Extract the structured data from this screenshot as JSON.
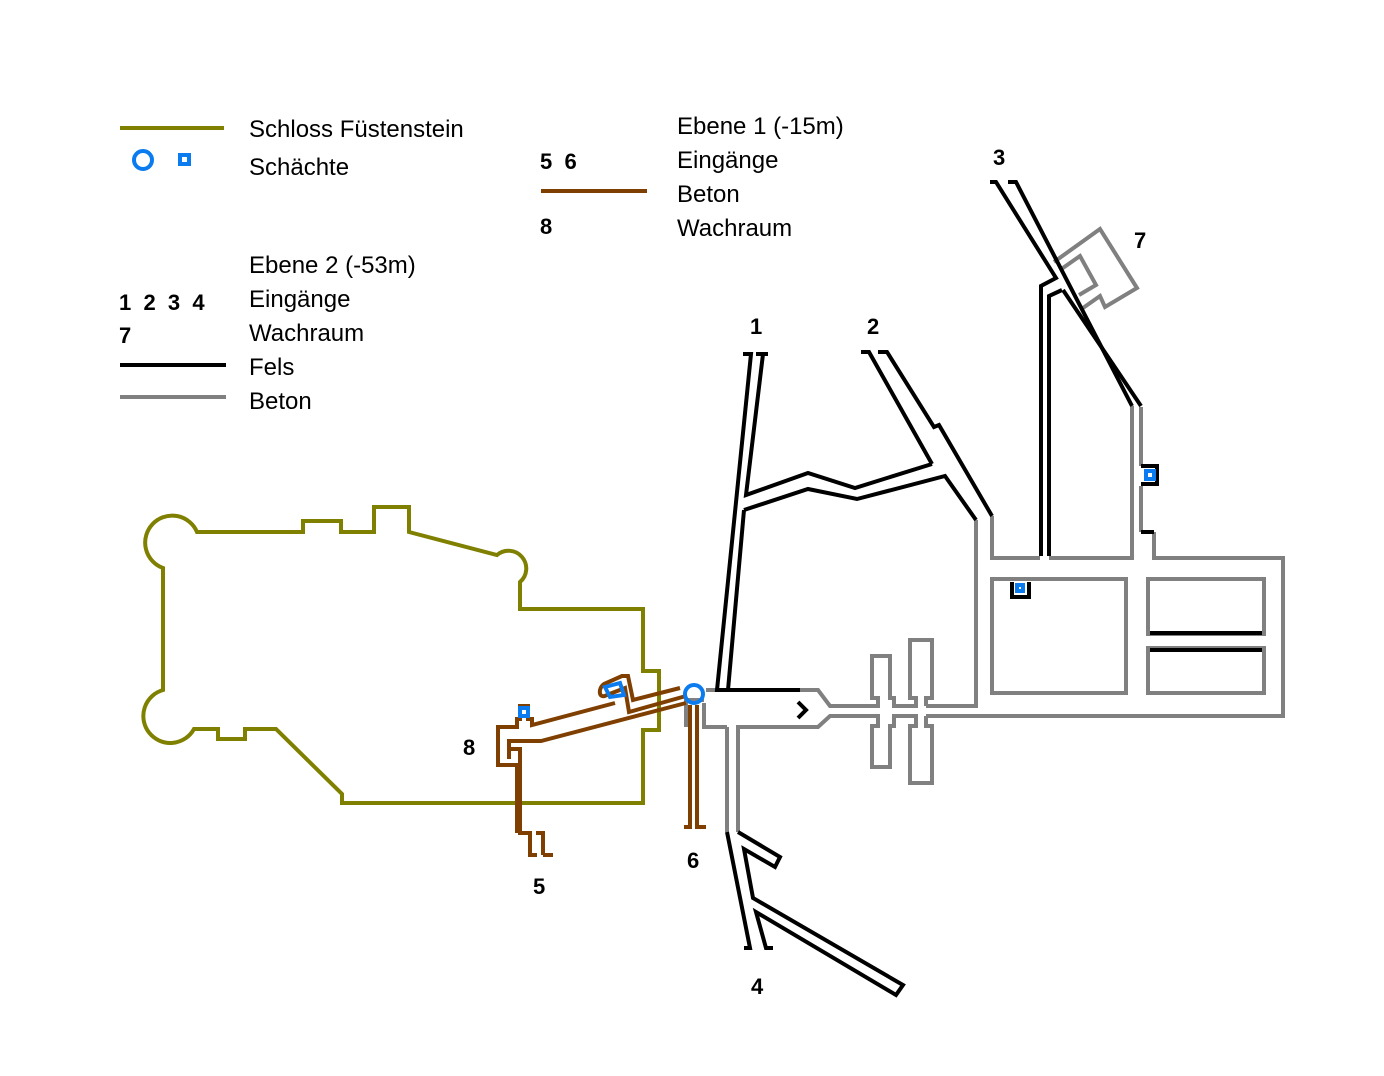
{
  "colors": {
    "castle": "#808000",
    "shaft": "#0a7cf0",
    "fels": "#000000",
    "beton_level2": "#808080",
    "beton_level1": "#7f3f00"
  },
  "legend": {
    "castle": {
      "label": "Schloss Füstenstein"
    },
    "shafts": {
      "label": "Schächte"
    },
    "level1": {
      "title": "Ebene 1 (-15m)",
      "entrances_numbers": "5  6",
      "entrances_label": "Eingänge",
      "beton_label": "Beton",
      "guardroom_number": "8",
      "guardroom_label": "Wachraum"
    },
    "level2": {
      "title": "Ebene 2 (-53m)",
      "entrances_numbers": "1  2  3  4",
      "entrances_label": "Eingänge",
      "guardroom_number": "7",
      "guardroom_label": "Wachraum",
      "fels_label": "Fels",
      "beton_label": "Beton"
    }
  },
  "map_labels": {
    "entrance_1": "1",
    "entrance_2": "2",
    "entrance_3": "3",
    "entrance_4": "4",
    "entrance_5": "5",
    "entrance_6": "6",
    "guardroom_7": "7",
    "guardroom_8": "8"
  }
}
